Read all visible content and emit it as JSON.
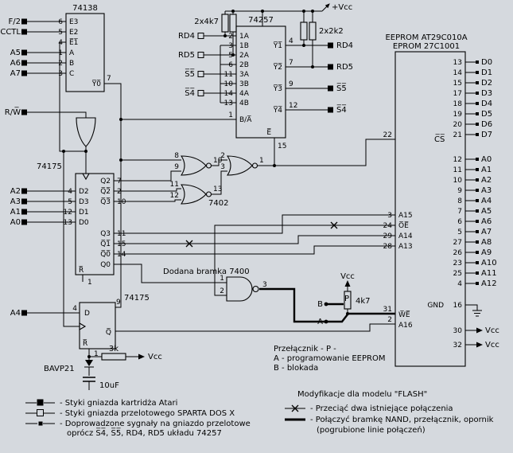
{
  "colors": {
    "bg": "#d5d9de",
    "fg": "#000000"
  },
  "signals": [
    "F/2",
    "CCTL",
    "A5",
    "A6",
    "A7",
    "R/W̅",
    "A2",
    "A3",
    "A1",
    "A0",
    "A4"
  ],
  "ic74138": {
    "title": "74138",
    "pins": [
      {
        "n": "6",
        "l": "E3"
      },
      {
        "n": "5",
        "l": "E2"
      },
      {
        "n": "4",
        "l": "E̅1̅"
      },
      {
        "n": "1",
        "l": "A"
      },
      {
        "n": "2",
        "l": "B"
      },
      {
        "n": "3",
        "l": "C"
      }
    ],
    "out_n": "7",
    "out_l": "Y̅0̅"
  },
  "ic74175a": {
    "title": "74175",
    "dpins": [
      {
        "n": "4",
        "l": "D2"
      },
      {
        "n": "5",
        "l": "D3"
      },
      {
        "n": "12",
        "l": "D1"
      },
      {
        "n": "13",
        "l": "D0"
      }
    ],
    "qtop": [
      {
        "l": "Q2",
        "n": "7"
      },
      {
        "l": "Q̅2̅",
        "n": "2"
      },
      {
        "l": "Q̅3̅",
        "n": "10"
      }
    ],
    "qbot": [
      {
        "l": "Q3",
        "n": "11"
      },
      {
        "l": "Q̅1̅",
        "n": "15"
      },
      {
        "l": "Q̅0̅",
        "n": "14"
      },
      {
        "l": "Q0",
        "n": ""
      }
    ],
    "reset": "R̅",
    "reset_pin": "1"
  },
  "gates7402": {
    "label": "7402",
    "g1a": "8",
    "g1b": "9",
    "g1o": "10",
    "g2a": "2",
    "g2b": "3",
    "g2o": "1",
    "g3a": "11",
    "g3b": "12",
    "g3o": "13"
  },
  "nand7400": {
    "label": "Dodana bramka 7400",
    "a": "1",
    "b": "2",
    "o": "3"
  },
  "ic74257": {
    "title": "74257",
    "left": [
      {
        "n": "2",
        "l": "1A"
      },
      {
        "n": "3",
        "l": "1B"
      },
      {
        "n": "5",
        "l": "2A"
      },
      {
        "n": "6",
        "l": "2B"
      },
      {
        "n": "11",
        "l": "3A"
      },
      {
        "n": "10",
        "l": "3B"
      },
      {
        "n": "14",
        "l": "4A"
      },
      {
        "n": "13",
        "l": "4B"
      }
    ],
    "right": [
      {
        "l": "Y̅1̅",
        "n": "4",
        "ext": "RD4"
      },
      {
        "l": "Y̅2̅",
        "n": "7",
        "ext": "RD5"
      },
      {
        "l": "Y̅3̅",
        "n": "9",
        "ext": "S̅5̅"
      },
      {
        "l": "Y̅4̅",
        "n": "12",
        "ext": "S̅4̅"
      }
    ],
    "inputs": [
      {
        "l": "RD4"
      },
      {
        "l": "RD5"
      },
      {
        "l": "S̅5̅"
      },
      {
        "l": "S̅4̅"
      }
    ],
    "ba_n": "1",
    "ba_l": "B/A̅",
    "e_n": "15",
    "e_l": "E̅",
    "r1": "2x4k7",
    "r2": "2x2k2"
  },
  "eeprom": {
    "title1": "EEPROM AT29C010A",
    "title2": "EPROM 27C1001",
    "cs_n": "22",
    "cs_l": "C̅S̅",
    "left": [
      {
        "n": "3",
        "l": "A15"
      },
      {
        "n": "24",
        "l": "O̅E̅"
      },
      {
        "n": "29",
        "l": "A14"
      },
      {
        "n": "28",
        "l": "A13"
      }
    ],
    "we_n": "31",
    "we_l": "W̅E̅",
    "a16_n": "2",
    "a16_l": "A16",
    "data": [
      {
        "n": "13",
        "l": "D0"
      },
      {
        "n": "14",
        "l": "D1"
      },
      {
        "n": "15",
        "l": "D2"
      },
      {
        "n": "17",
        "l": "D3"
      },
      {
        "n": "18",
        "l": "D4"
      },
      {
        "n": "19",
        "l": "D5"
      },
      {
        "n": "20",
        "l": "D6"
      },
      {
        "n": "21",
        "l": "D7"
      }
    ],
    "addr": [
      {
        "n": "12",
        "l": "A0"
      },
      {
        "n": "11",
        "l": "A1"
      },
      {
        "n": "10",
        "l": "A2"
      },
      {
        "n": "9",
        "l": "A3"
      },
      {
        "n": "8",
        "l": "A4"
      },
      {
        "n": "7",
        "l": "A5"
      },
      {
        "n": "6",
        "l": "A6"
      },
      {
        "n": "5",
        "l": "A7"
      },
      {
        "n": "27",
        "l": "A8"
      },
      {
        "n": "26",
        "l": "A9"
      },
      {
        "n": "23",
        "l": "A10"
      },
      {
        "n": "25",
        "l": "A11"
      },
      {
        "n": "4",
        "l": "A12"
      }
    ],
    "gnd_n": "16",
    "gnd_l": "GND",
    "p30_n": "30",
    "p30_l": "Vcc",
    "p32_n": "32",
    "p32_l": "Vcc"
  },
  "ff2": {
    "title": "74175",
    "d_l": "D",
    "d_n": "4",
    "q_n": "9",
    "qb_l": "Q̅",
    "r_l": "R̅",
    "r_n": "1"
  },
  "analog": {
    "diode": "BAVP21",
    "res": "3k",
    "cap": "10uF",
    "vcc": "Vcc"
  },
  "sw": {
    "a": "A",
    "b": "B",
    "p": "P",
    "res": "4k7",
    "vcc": "Vcc",
    "caption1": "Przełącznik - P -",
    "caption2": "A - programowanie EEPROM",
    "caption3": "B - blokada"
  },
  "power": {
    "vcc_top": "+Vcc"
  },
  "legend": {
    "row1": "- Styki gniazda kartridża Atari",
    "row2": "- Styki gniazda przelotowego SPARTA DOS X",
    "row3a": "- Doprowadzone sygnały na gniazdo przelotowe",
    "row3b": "oprócz S̅4̅, S̅5̅, RD4, RD5 układu 74257"
  },
  "mods": {
    "title": "Modyfikacje dla modelu \"FLASH\"",
    "cut": "- Przeciąć dwa istniejące połączenia",
    "join1": "- Połączyć bramkę NAND, przełącznik, opornik",
    "join2": "(pogrubione linie połączeń)"
  }
}
